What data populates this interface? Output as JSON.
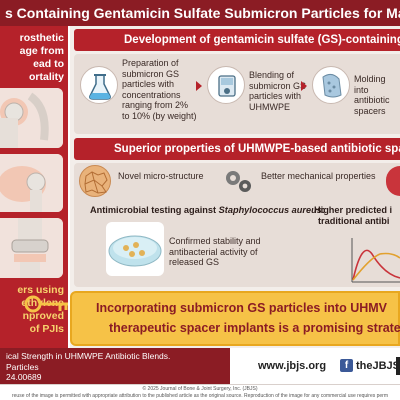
{
  "banner": {
    "title": "s Containing Gentamicin Sulfate Submicron Particles for Managing Pe"
  },
  "left_panel": {
    "top_lines": [
      "rosthetic",
      "age from",
      "ead to",
      "ortality"
    ],
    "bottom_lines": [
      "ers using",
      "ethylene",
      "nproved",
      "of PJIs"
    ]
  },
  "section1": {
    "heading": "Development of gentamicin sulfate (GS)-containing antibiotic spac",
    "steps": [
      {
        "text_lines": [
          "Preparation of",
          "submicron GS",
          "particles with",
          "concentrations",
          "ranging from 2%",
          "to 10% (by weight)"
        ]
      },
      {
        "text_lines": [
          "Blending of",
          "submicron GS",
          "particles with",
          "UHMWPE"
        ]
      },
      {
        "text_lines": [
          "Molding into",
          "antibiotic",
          "spacers"
        ]
      }
    ]
  },
  "section2": {
    "heading": "Superior properties of UHMWPE-based antibiotic spacers containing",
    "micro_label": "Novel micro-structure",
    "mech_label": "Better mechanical properties",
    "antimicrobial_title_prefix": "Antimicrobial testing against ",
    "antimicrobial_title_species": "Staphylococcus aureus",
    "antimicrobial_title_suffix": ":",
    "stability_lines": [
      "Confirmed stability and",
      "antibacterial activity of",
      "released GS"
    ],
    "predicted_lines": [
      "Higher predicted i",
      "traditional antibi"
    ]
  },
  "conclusion": {
    "line1": "Incorporating submicron GS particles into UHMV",
    "line2": "therapeutic spacer implants is a promising strategy"
  },
  "footer": {
    "left_lines": [
      "ical Strength in UHMWPE Antibiotic Blends.",
      "Particles",
      "24.00689"
    ],
    "website": "www.jbjs.org",
    "social": "theJBJS",
    "copyright": "© 2025 Journal of Bone & Joint Surgery, Inc. (JBJS)",
    "notice": "reuse of the image is permitted with appropriate attribution to the published article as the original source. Reproduction of the image for any commercial use requires perm"
  },
  "colors": {
    "brand_red": "#b5222a",
    "dark_red": "#8b1c24",
    "gold": "#f6c247",
    "panel": "#f3eeea"
  }
}
